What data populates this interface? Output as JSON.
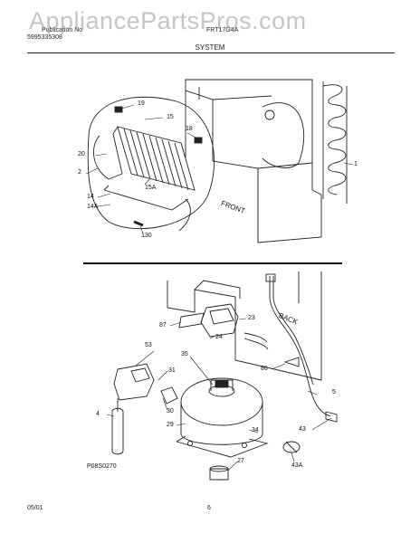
{
  "watermark": "AppliancePartsPros.com",
  "header": {
    "publication_label": "Publication No",
    "publication_number": "5995335308",
    "model": "FRT17G4A",
    "section": "SYSTEM"
  },
  "callouts_top": [
    "19",
    "15",
    "18",
    "20",
    "2",
    "15A",
    "14",
    "14A",
    "130",
    "1"
  ],
  "callouts_bottom": [
    "87",
    "23",
    "24",
    "53",
    "35",
    "31",
    "86",
    "30",
    "4",
    "29",
    "34",
    "5",
    "43",
    "27",
    "43A"
  ],
  "front_label": "FRONT",
  "back_label": "BACK",
  "drawing_code": "P08S0270",
  "footer": {
    "date": "05/01",
    "page": "6"
  }
}
